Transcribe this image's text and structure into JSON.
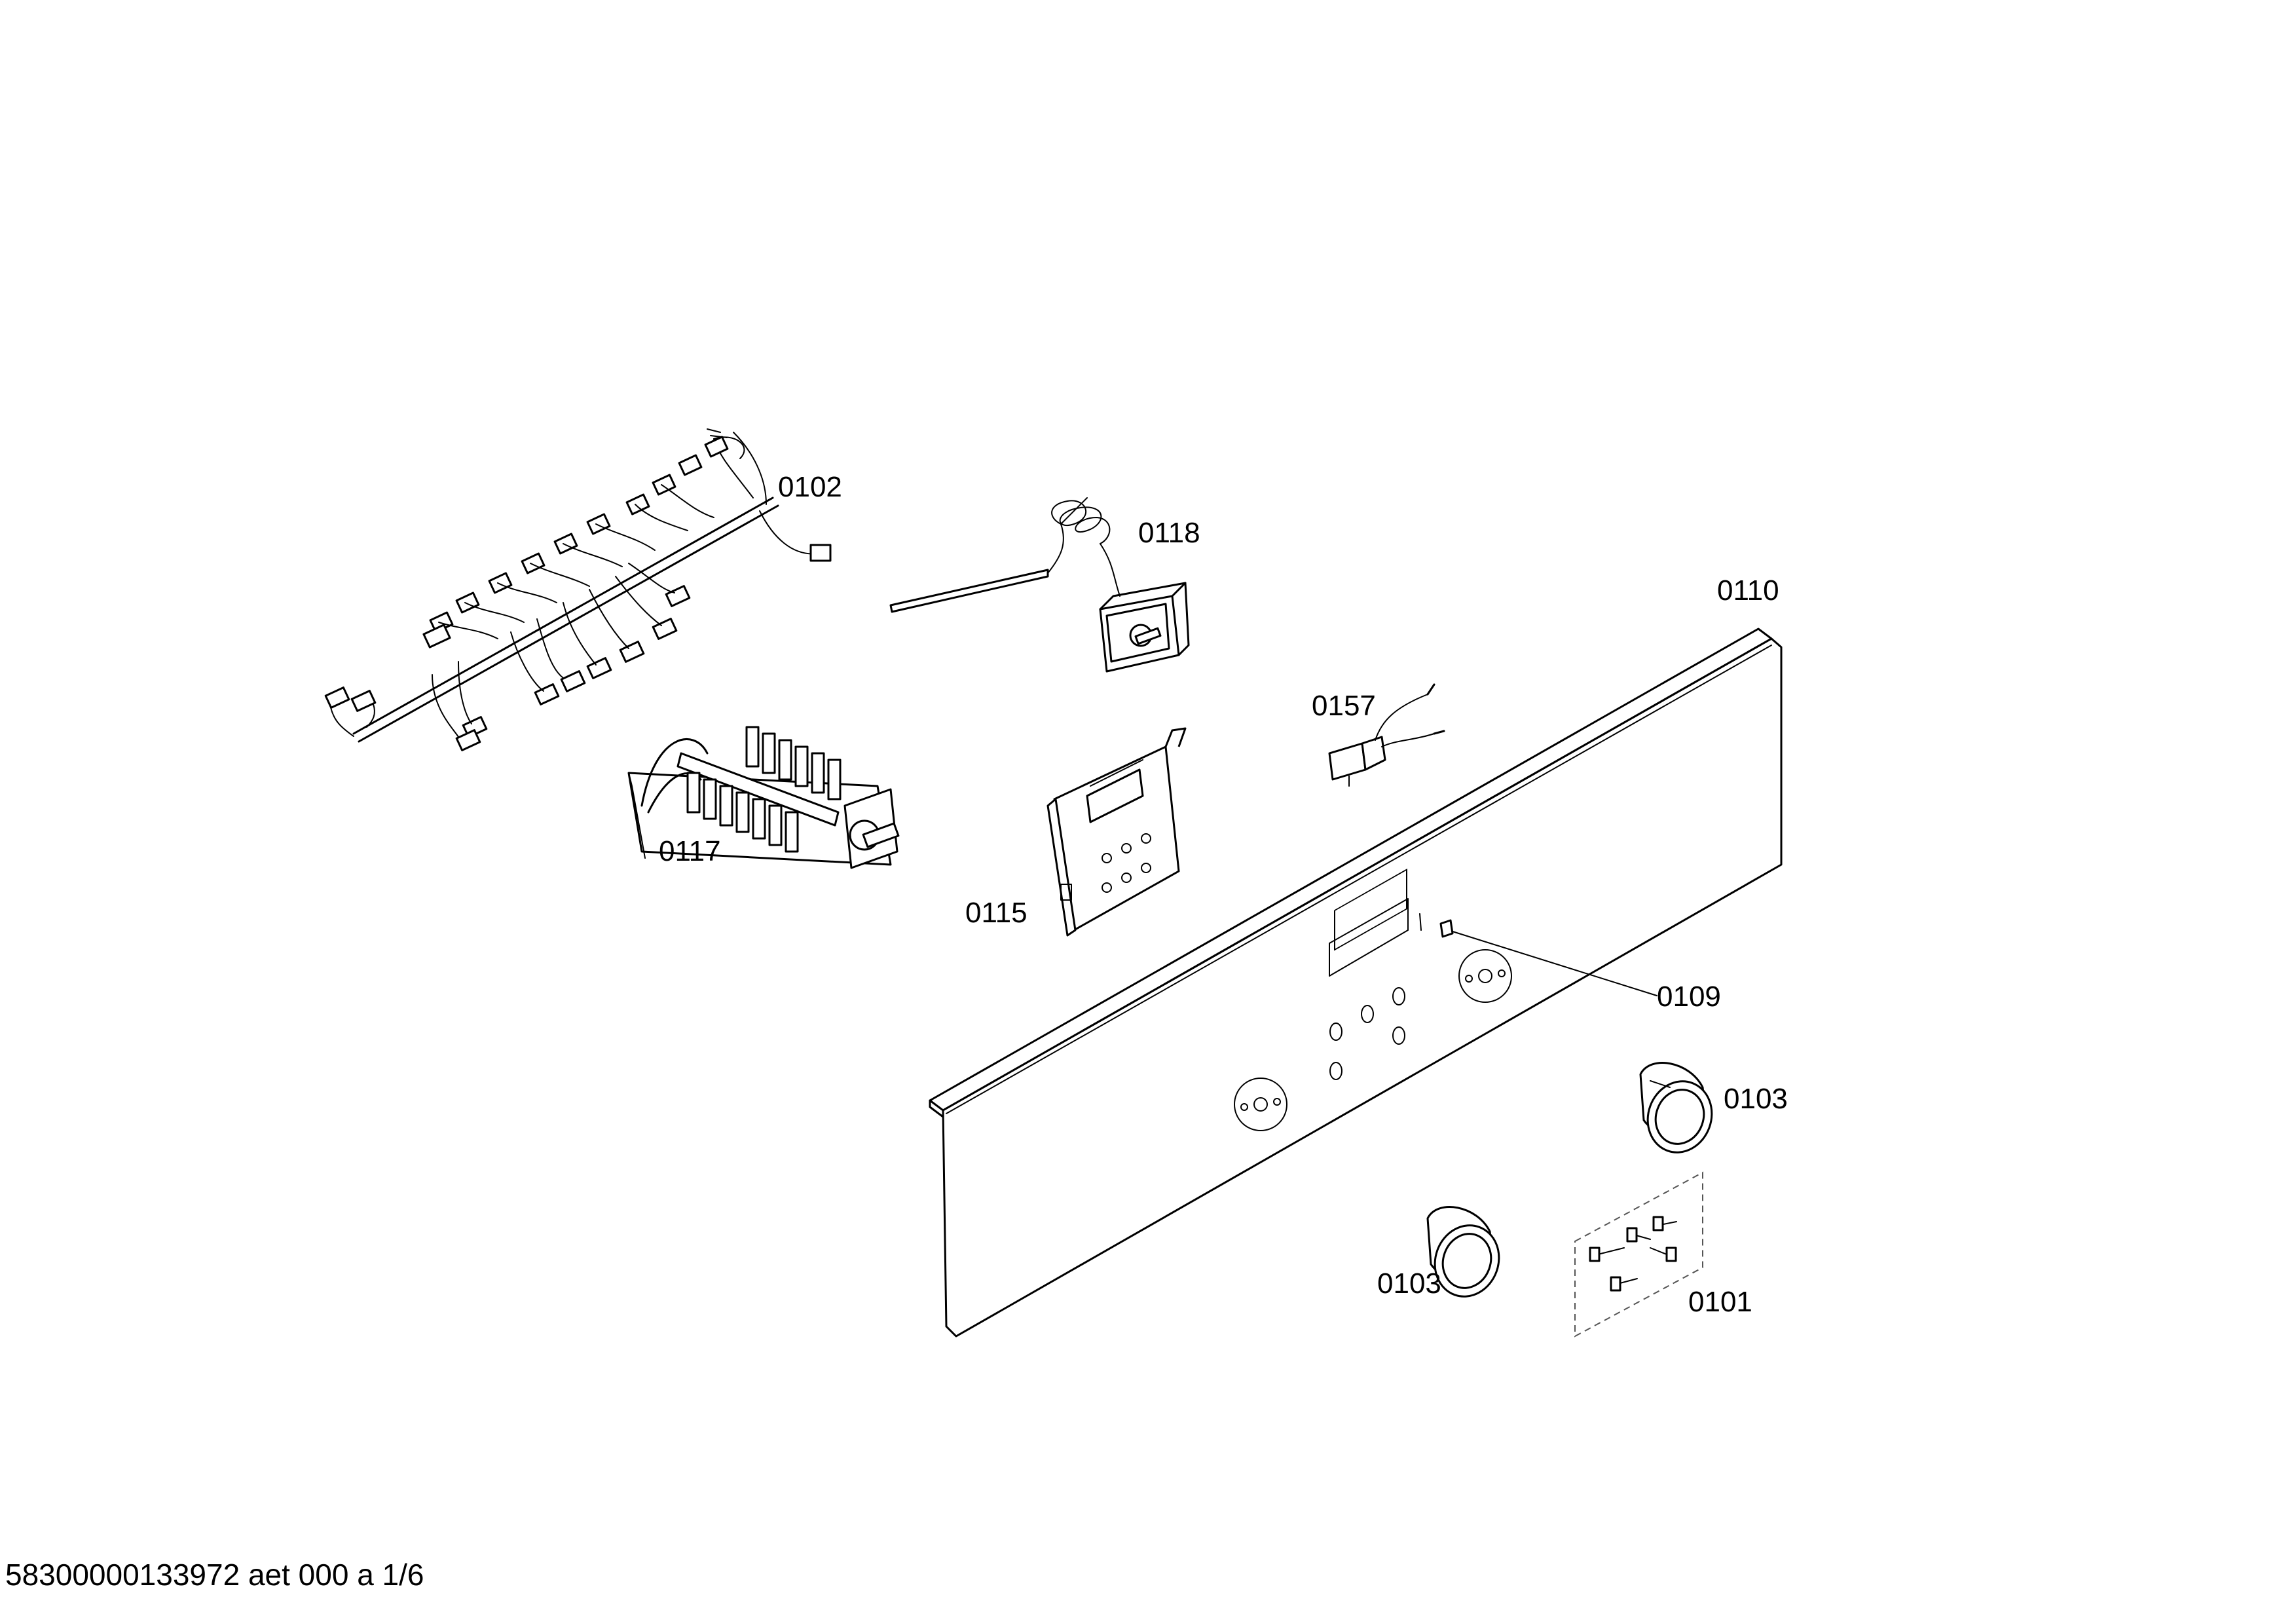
{
  "parts": {
    "p0102": "0102",
    "p0118": "0118",
    "p0110": "0110",
    "p0157": "0157",
    "p0117": "0117",
    "p0115": "0115",
    "p0109": "0109",
    "p0103_a": "0103",
    "p0103_b": "0103",
    "p0101": "0101"
  },
  "footer": {
    "doc_id": "58300000133972 aet 000 a 1/6"
  }
}
